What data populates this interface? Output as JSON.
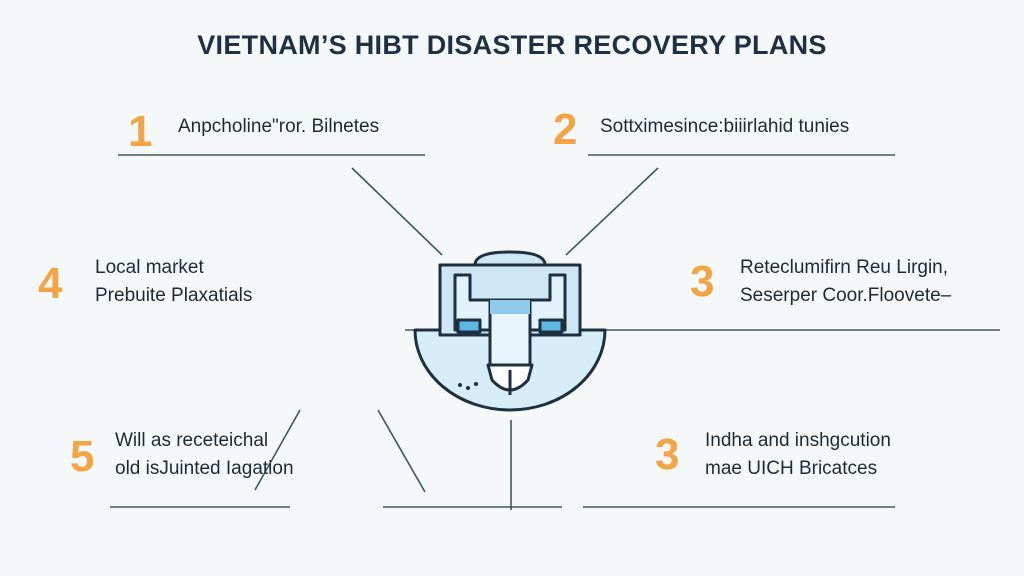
{
  "title": "VIETNAM’S HIBT DISASTER RECOVERY PLANS",
  "items": [
    {
      "number": "1",
      "lines": [
        "Anpcholine\"ror. Bilnetes"
      ]
    },
    {
      "number": "2",
      "lines": [
        "Sottximesince:biiirlahid tunies"
      ]
    },
    {
      "number": "4",
      "lines": [
        "Local market",
        "Prebuite Plaxatials"
      ]
    },
    {
      "number": "3",
      "lines": [
        "Reteclumifirn Reu Lirgin,",
        "Seserper Coor.Floovete–"
      ]
    },
    {
      "number": "5",
      "lines": [
        "Will as receteichal",
        "old isJuinted Iagation"
      ]
    },
    {
      "number": "3",
      "lines": [
        "Indha and inshgcution",
        "mae UICH Bricatces"
      ]
    }
  ],
  "colors": {
    "accent": "#f3a445",
    "line": "#3d5a50",
    "icon_fill": "#cfe8f5",
    "icon_stroke": "#1e3040"
  }
}
